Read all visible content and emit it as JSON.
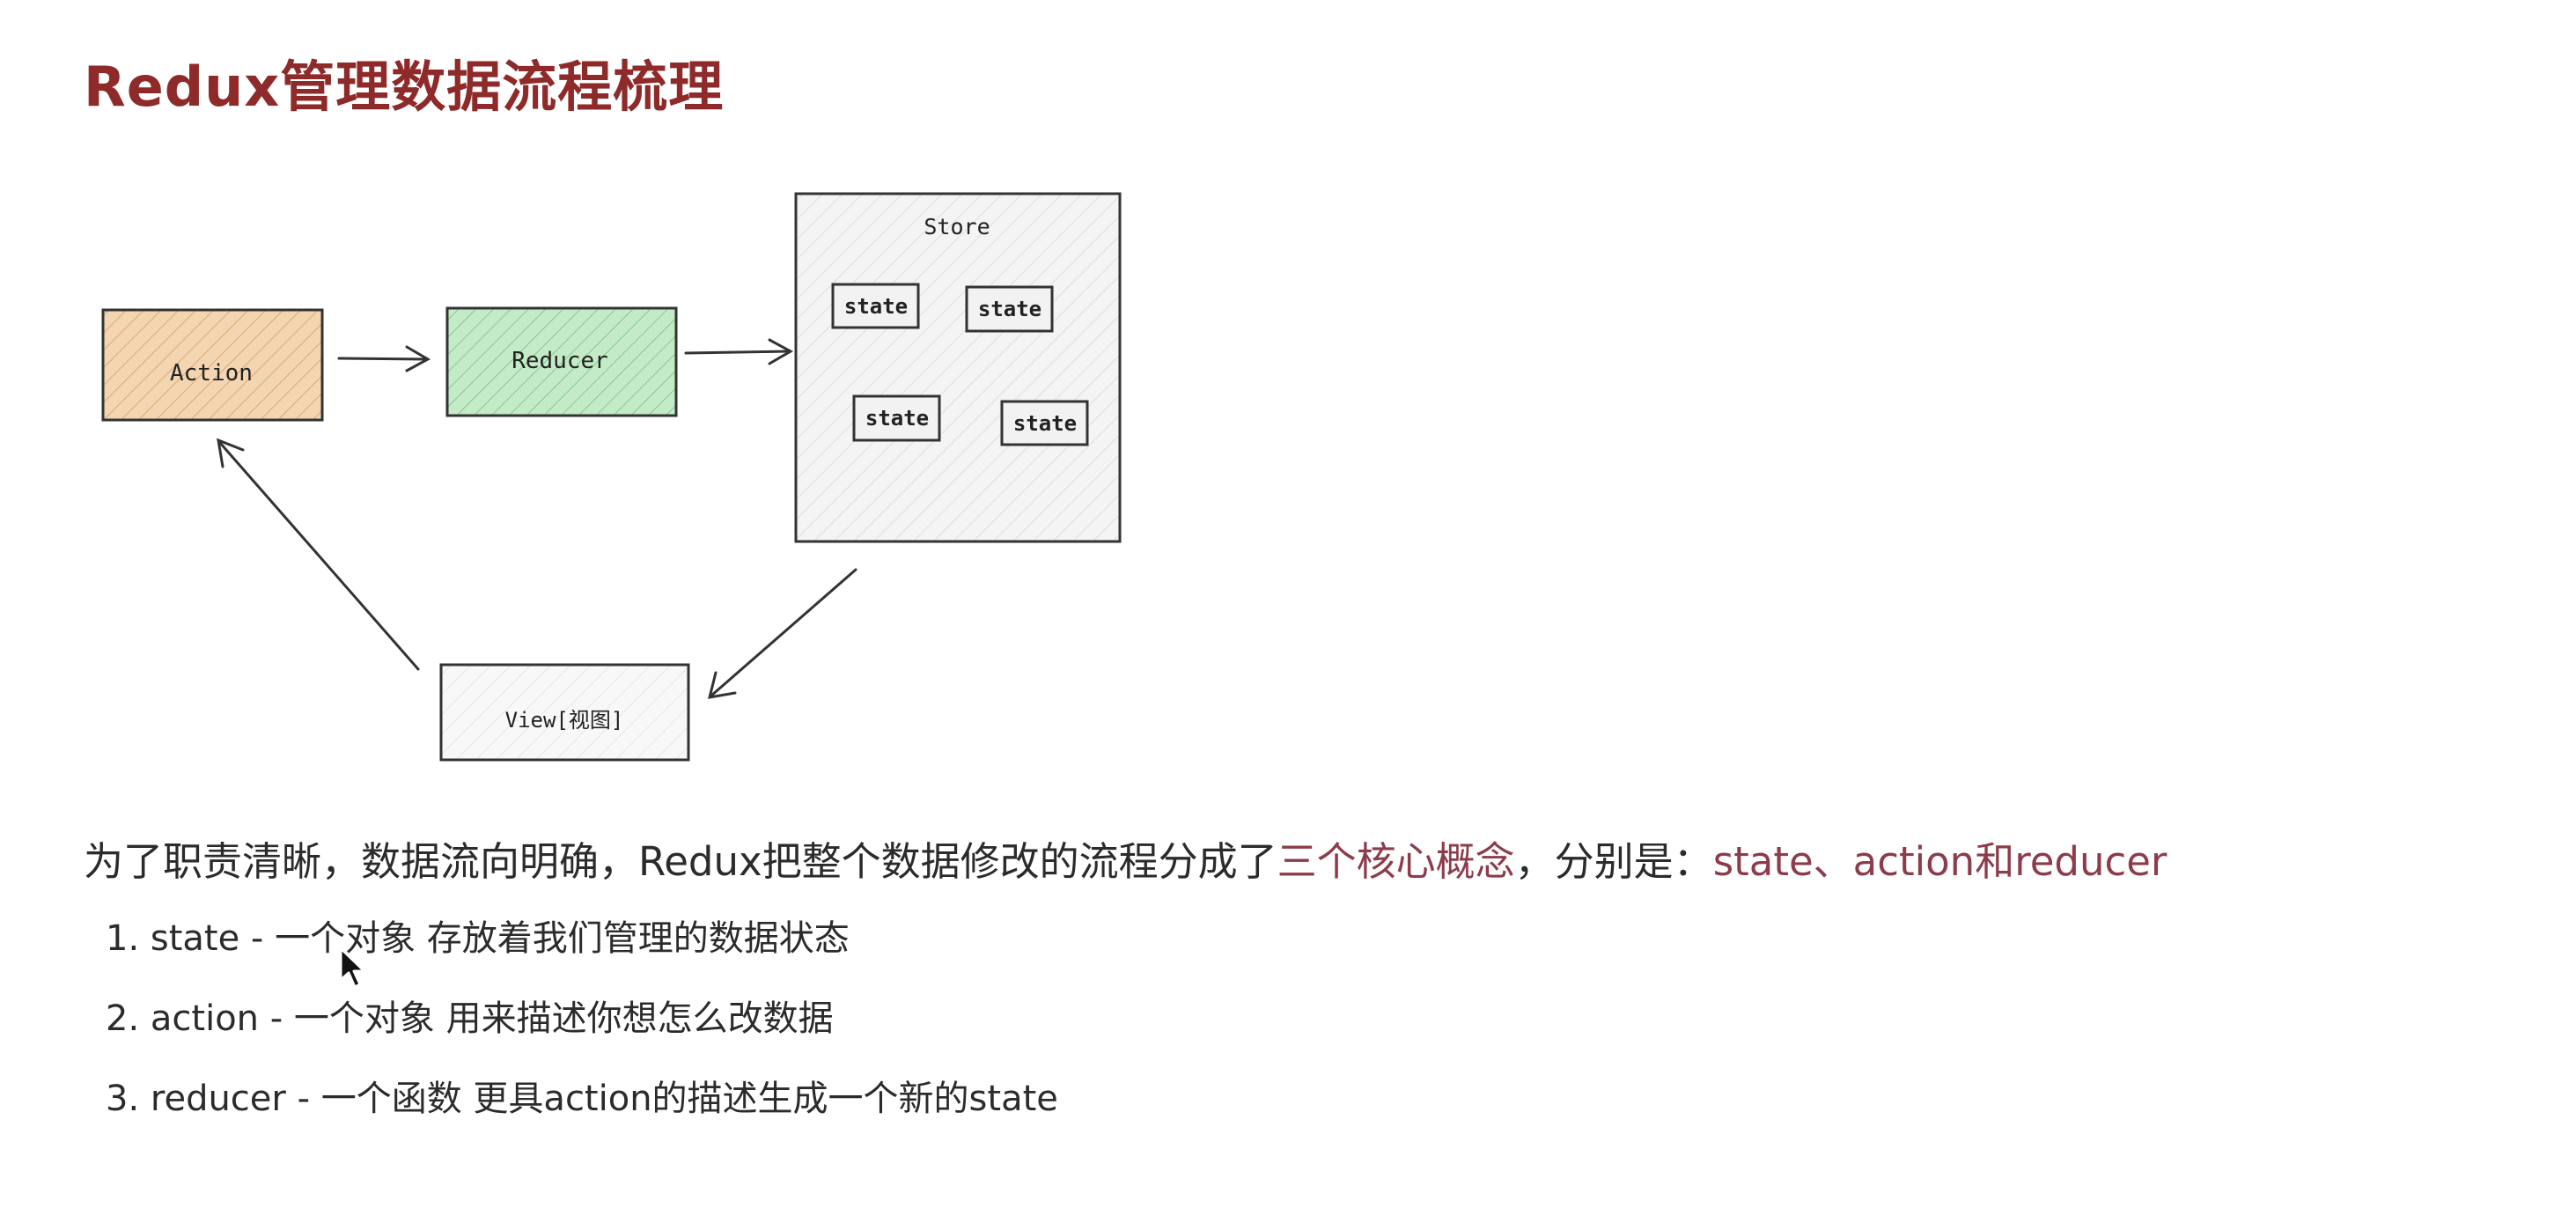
{
  "page": {
    "title": "Redux管理数据流程梳理"
  },
  "diagram": {
    "nodes": {
      "action": {
        "label": "Action",
        "fill": "#f3d6b1"
      },
      "reducer": {
        "label": "Reducer",
        "fill": "#bfe8c3"
      },
      "store": {
        "label": "Store",
        "fill": "#f0f0f0"
      },
      "view": {
        "label": "View[视图]",
        "fill": "#f5f5f5"
      }
    },
    "store_states": [
      "state",
      "state",
      "state",
      "state"
    ],
    "edges": [
      {
        "from": "action",
        "to": "reducer"
      },
      {
        "from": "reducer",
        "to": "store"
      },
      {
        "from": "store",
        "to": "view"
      },
      {
        "from": "view",
        "to": "action"
      }
    ]
  },
  "intro": {
    "text_before": "为了职责清晰，数据流向明确，Redux把整个数据修改的流程分成了",
    "highlight_concepts": "三个核心概念",
    "text_middle": "，分别是：",
    "highlight_terms": "state、action和reducer"
  },
  "list": [
    {
      "index": "1.",
      "text": "state - 一个对象 存放着我们管理的数据状态"
    },
    {
      "index": "2.",
      "text": "action - 一个对象 用来描述你想怎么改数据"
    },
    {
      "index": "3.",
      "text": "reducer - 一个函数 更具action的描述生成一个新的state"
    }
  ],
  "colors": {
    "title": "#8e2a2a",
    "highlight": "#8c3c4a",
    "stroke": "#333333"
  },
  "icons": {
    "cursor": "mouse-pointer-icon"
  }
}
